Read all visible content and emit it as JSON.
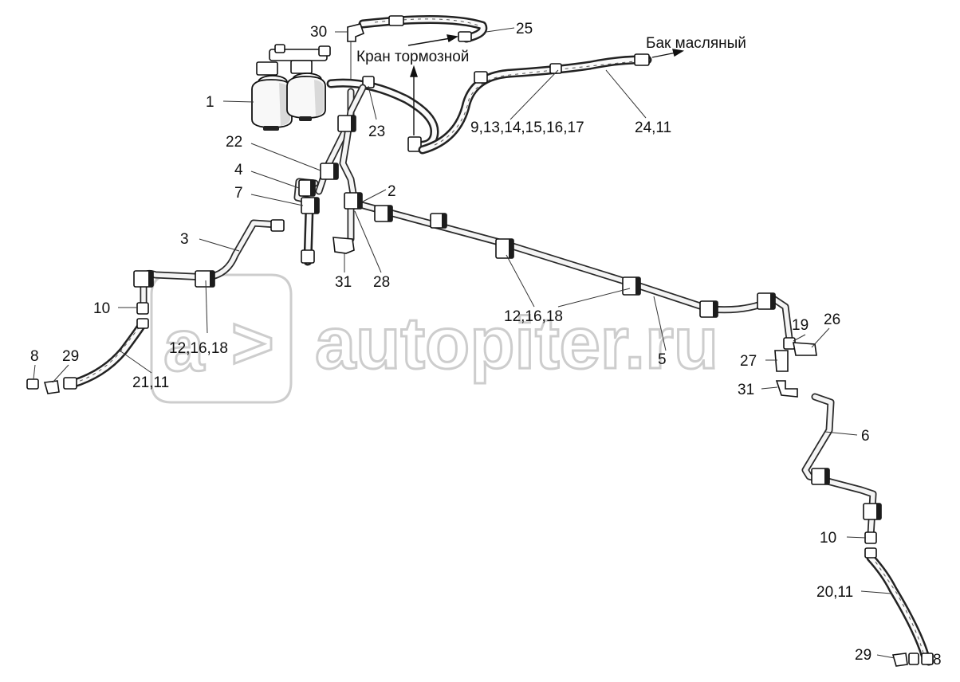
{
  "labels": {
    "l1": "1",
    "l2": "2",
    "l3": "3",
    "l4": "4",
    "l5": "5",
    "l6": "6",
    "l7": "7",
    "l8a": "8",
    "l8b": "8",
    "l9": "9,13,14,15,16,17",
    "l10a": "10",
    "l10b": "10",
    "l12a": "12,16,18",
    "l12b": "12,16,18",
    "l19": "19",
    "l20": "20,11",
    "l21": "21,11",
    "l22": "22",
    "l23": "23",
    "l24": "24,11",
    "l25": "25",
    "l26": "26",
    "l27": "27",
    "l28": "28",
    "l29a": "29",
    "l29b": "29",
    "l30": "30",
    "l31a": "31",
    "l31b": "31"
  },
  "destinations": {
    "brake_valve": "Кран тормозной",
    "oil_tank": "Бак масляный"
  },
  "watermark": {
    "text": "autopiter.ru"
  }
}
